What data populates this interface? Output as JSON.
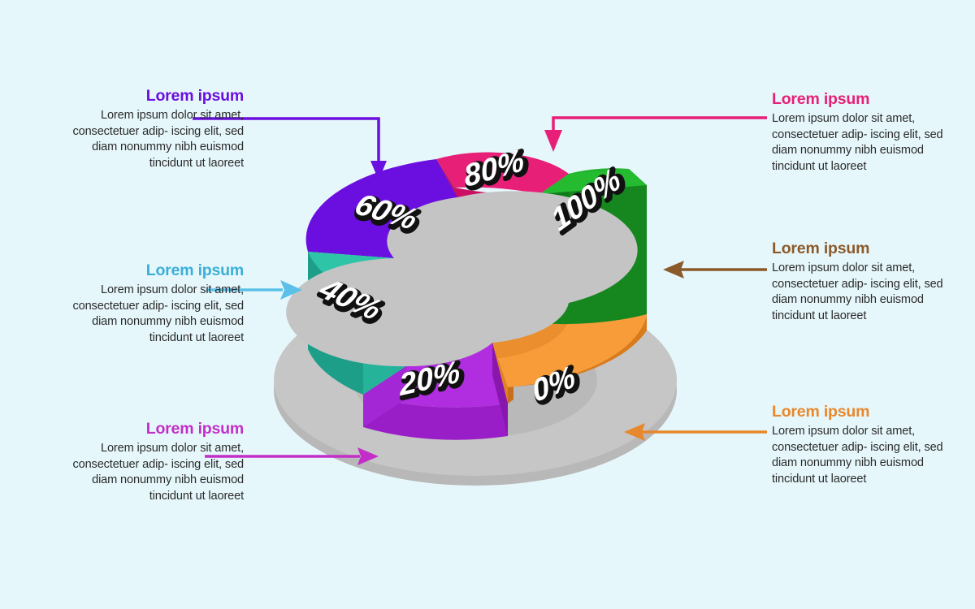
{
  "background_color": "#e6f7fb",
  "chart_data": {
    "type": "pie",
    "title": "",
    "subtitle": "",
    "style": "3d-isometric-donut",
    "legend_position": "sides",
    "categories": [
      "0%",
      "20%",
      "40%",
      "60%",
      "80%",
      "100%"
    ],
    "labels": [
      "0%",
      "20%",
      "40%",
      "60%",
      "80%",
      "100%"
    ],
    "values": [
      0,
      20,
      40,
      60,
      80,
      100
    ],
    "segments": [
      {
        "label": "100%",
        "value": 100,
        "color": "#1fa32b",
        "side_color": "#16861f",
        "dark_color": "#0f7a19",
        "height": 100
      },
      {
        "label": "80%",
        "value": 80,
        "color": "#e71f77",
        "side_color": "#cc0f63",
        "dark_color": "#b50a55",
        "height": 80
      },
      {
        "label": "60%",
        "value": 60,
        "color": "#6b0fe0",
        "side_color": "#5a16c9",
        "dark_color": "#4a11ad",
        "height": 60
      },
      {
        "label": "40%",
        "value": 40,
        "color": "#2ec4a8",
        "side_color": "#1d9e88",
        "dark_color": "#178a76",
        "height": 40
      },
      {
        "label": "20%",
        "value": 20,
        "color": "#b02ee0",
        "side_color": "#9a1ec7",
        "dark_color": "#8717ad",
        "height": 20
      },
      {
        "label": "0%",
        "value": 0,
        "color": "#f79c38",
        "side_color": "#e08326",
        "dark_color": "#c96f1c",
        "height": 6
      }
    ],
    "base_color": "#bfbfbf",
    "base_top_color": "#c9c9c9",
    "hole_color": "#c4c4c4"
  },
  "callouts": [
    {
      "id": "cal-0",
      "title": "Lorem ipsum",
      "body": "Lorem ipsum dolor sit amet, consectetuer adip-\niscing elit, sed diam nonummy nibh euismod tincidunt ut laoreet",
      "color": "#6b0fe0",
      "side": "left",
      "connector": "elbow-down"
    },
    {
      "id": "cal-1",
      "title": "Lorem ipsum",
      "body": "Lorem ipsum dolor sit amet, consectetuer adip-\niscing elit, sed diam nonummy nibh euismod tincidunt ut laoreet",
      "color": "#e71f77",
      "side": "right",
      "connector": "elbow-down"
    },
    {
      "id": "cal-2",
      "title": "Lorem ipsum",
      "body": "Lorem ipsum dolor sit amet, consectetuer adip-\niscing elit, sed diam nonummy nibh euismod tincidunt ut laoreet",
      "color": "#8a5a2b",
      "side": "right",
      "connector": "straight-left"
    },
    {
      "id": "cal-3",
      "title": "Lorem ipsum",
      "body": "Lorem ipsum dolor sit amet, consectetuer adip-\niscing elit, sed diam nonummy nibh euismod tincidunt ut laoreet",
      "color": "#e8872b",
      "side": "right",
      "connector": "straight-left"
    },
    {
      "id": "cal-4",
      "title": "Lorem ipsum",
      "body": "Lorem ipsum dolor sit amet, consectetuer adip-\niscing elit, sed diam nonummy nibh euismod tincidunt ut laoreet",
      "color": "#c32ec9",
      "side": "left",
      "connector": "straight-right"
    },
    {
      "id": "cal-5",
      "title": "Lorem ipsum",
      "body": "Lorem ipsum dolor sit amet, consectetuer adip-\niscing elit, sed diam nonummy nibh euismod tincidunt ut laoreet",
      "color": "#3aafd9",
      "side": "left",
      "connector": "straight-right"
    }
  ]
}
